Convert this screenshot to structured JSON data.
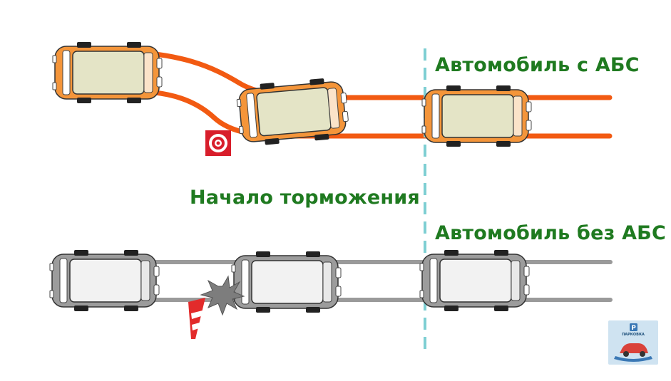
{
  "labels": {
    "with_abs": "Автомобиль с АБС",
    "braking_start": "Начало торможения",
    "without_abs": "Автомобиль без АБС"
  },
  "colors": {
    "label_green": "#1f7a20",
    "abs_track": "#f25a12",
    "abs_car_body": "#f4953a",
    "noabs_track": "#9a9a9a",
    "noabs_car_body": "#9c9c9c",
    "cabin": "#e4e4c6",
    "braking_line": "#7ecfd3",
    "target_sign": "#d81e2b",
    "cone": "#e22b2b",
    "impact": "#7d7d7d"
  },
  "icons": [
    "target-sign-icon",
    "traffic-cone-icon",
    "impact-burst-icon",
    "parking-logo-icon"
  ],
  "logo": {
    "text": "ПАРКОВКА"
  }
}
